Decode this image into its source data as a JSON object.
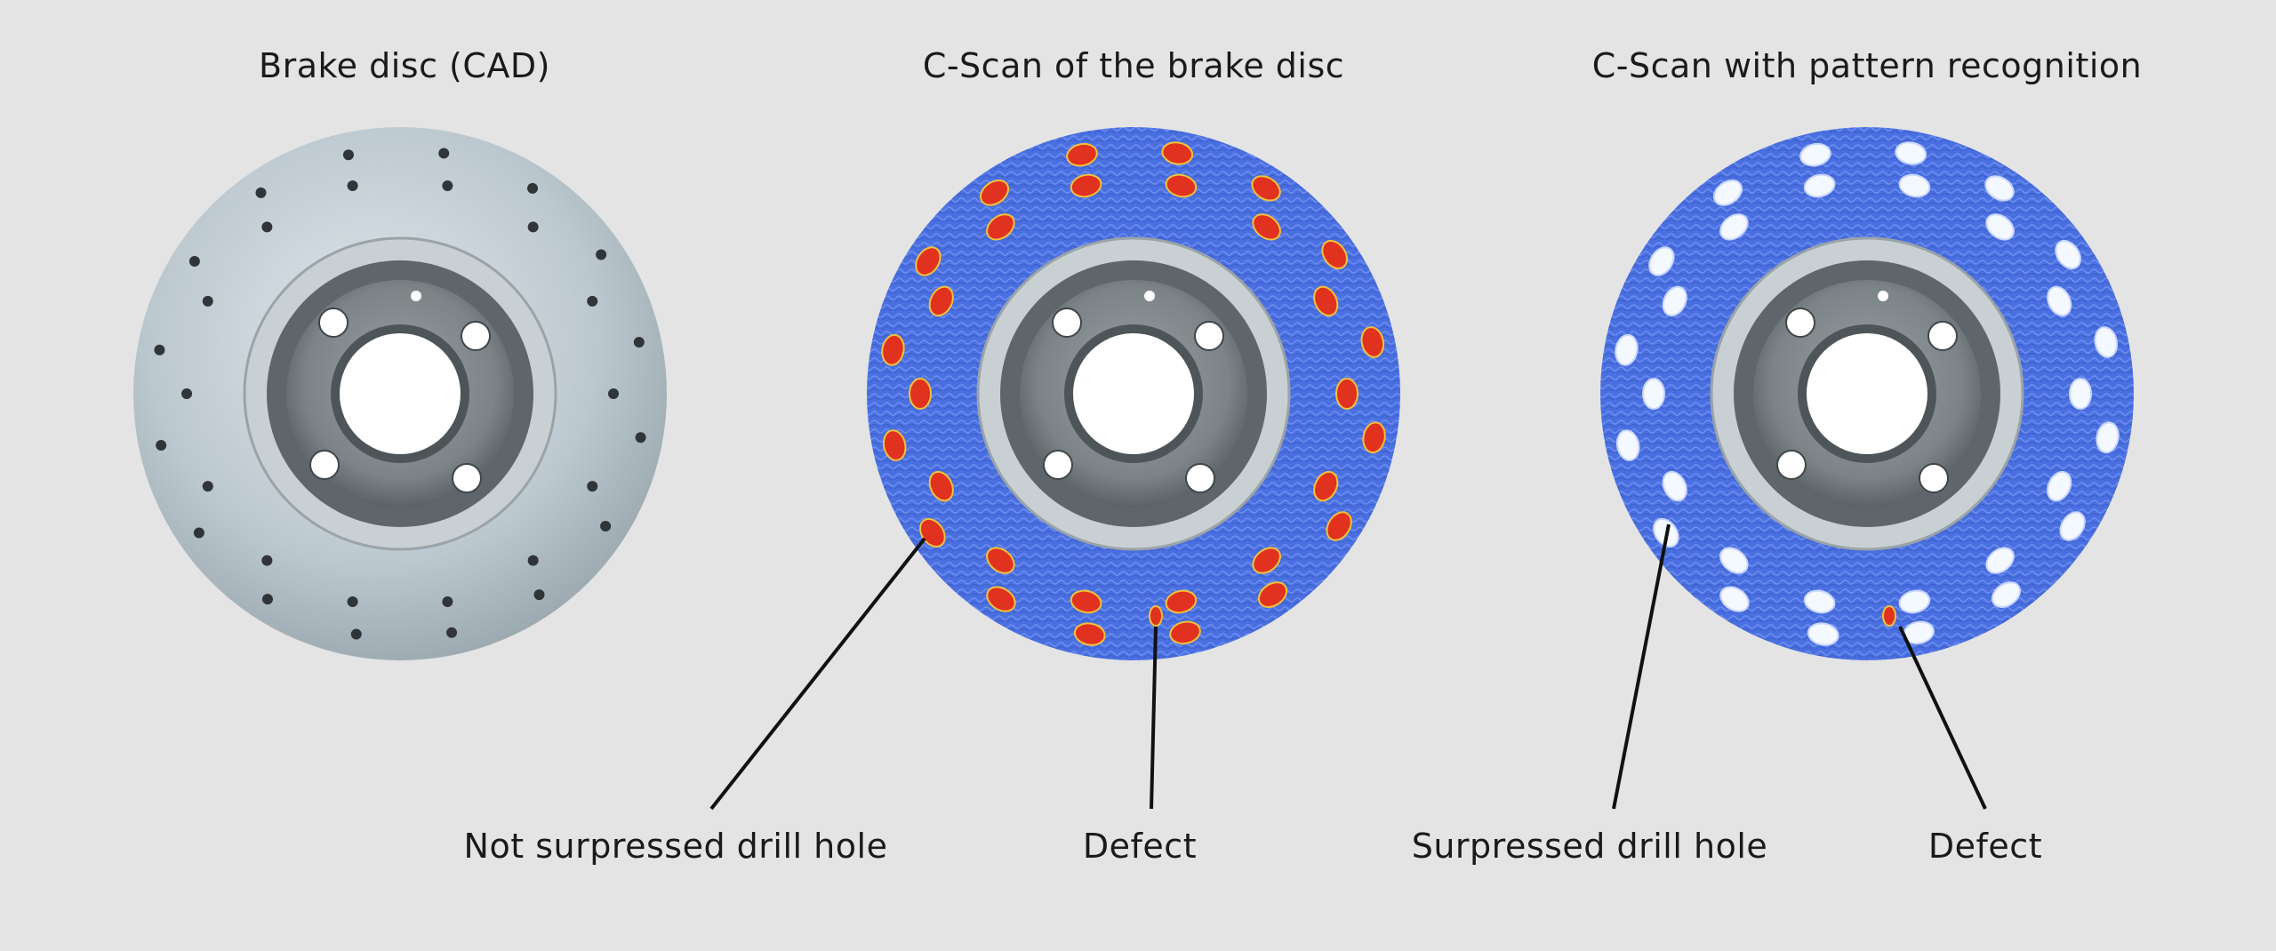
{
  "titles": {
    "cad": "Brake disc (CAD)",
    "cscan": "C-Scan of the brake disc",
    "pattern": "C-Scan with pattern recognition"
  },
  "labels": {
    "not_suppressed": "Not surpressed drill hole",
    "defect_1": "Defect",
    "suppressed": "Surpressed drill hole",
    "defect_2": "Defect"
  },
  "colors": {
    "background": "#e4e4e4",
    "scan_blue": "#4a6fe0",
    "hole_red": "#e0321e",
    "disc_metal": "#b7c3cb"
  }
}
